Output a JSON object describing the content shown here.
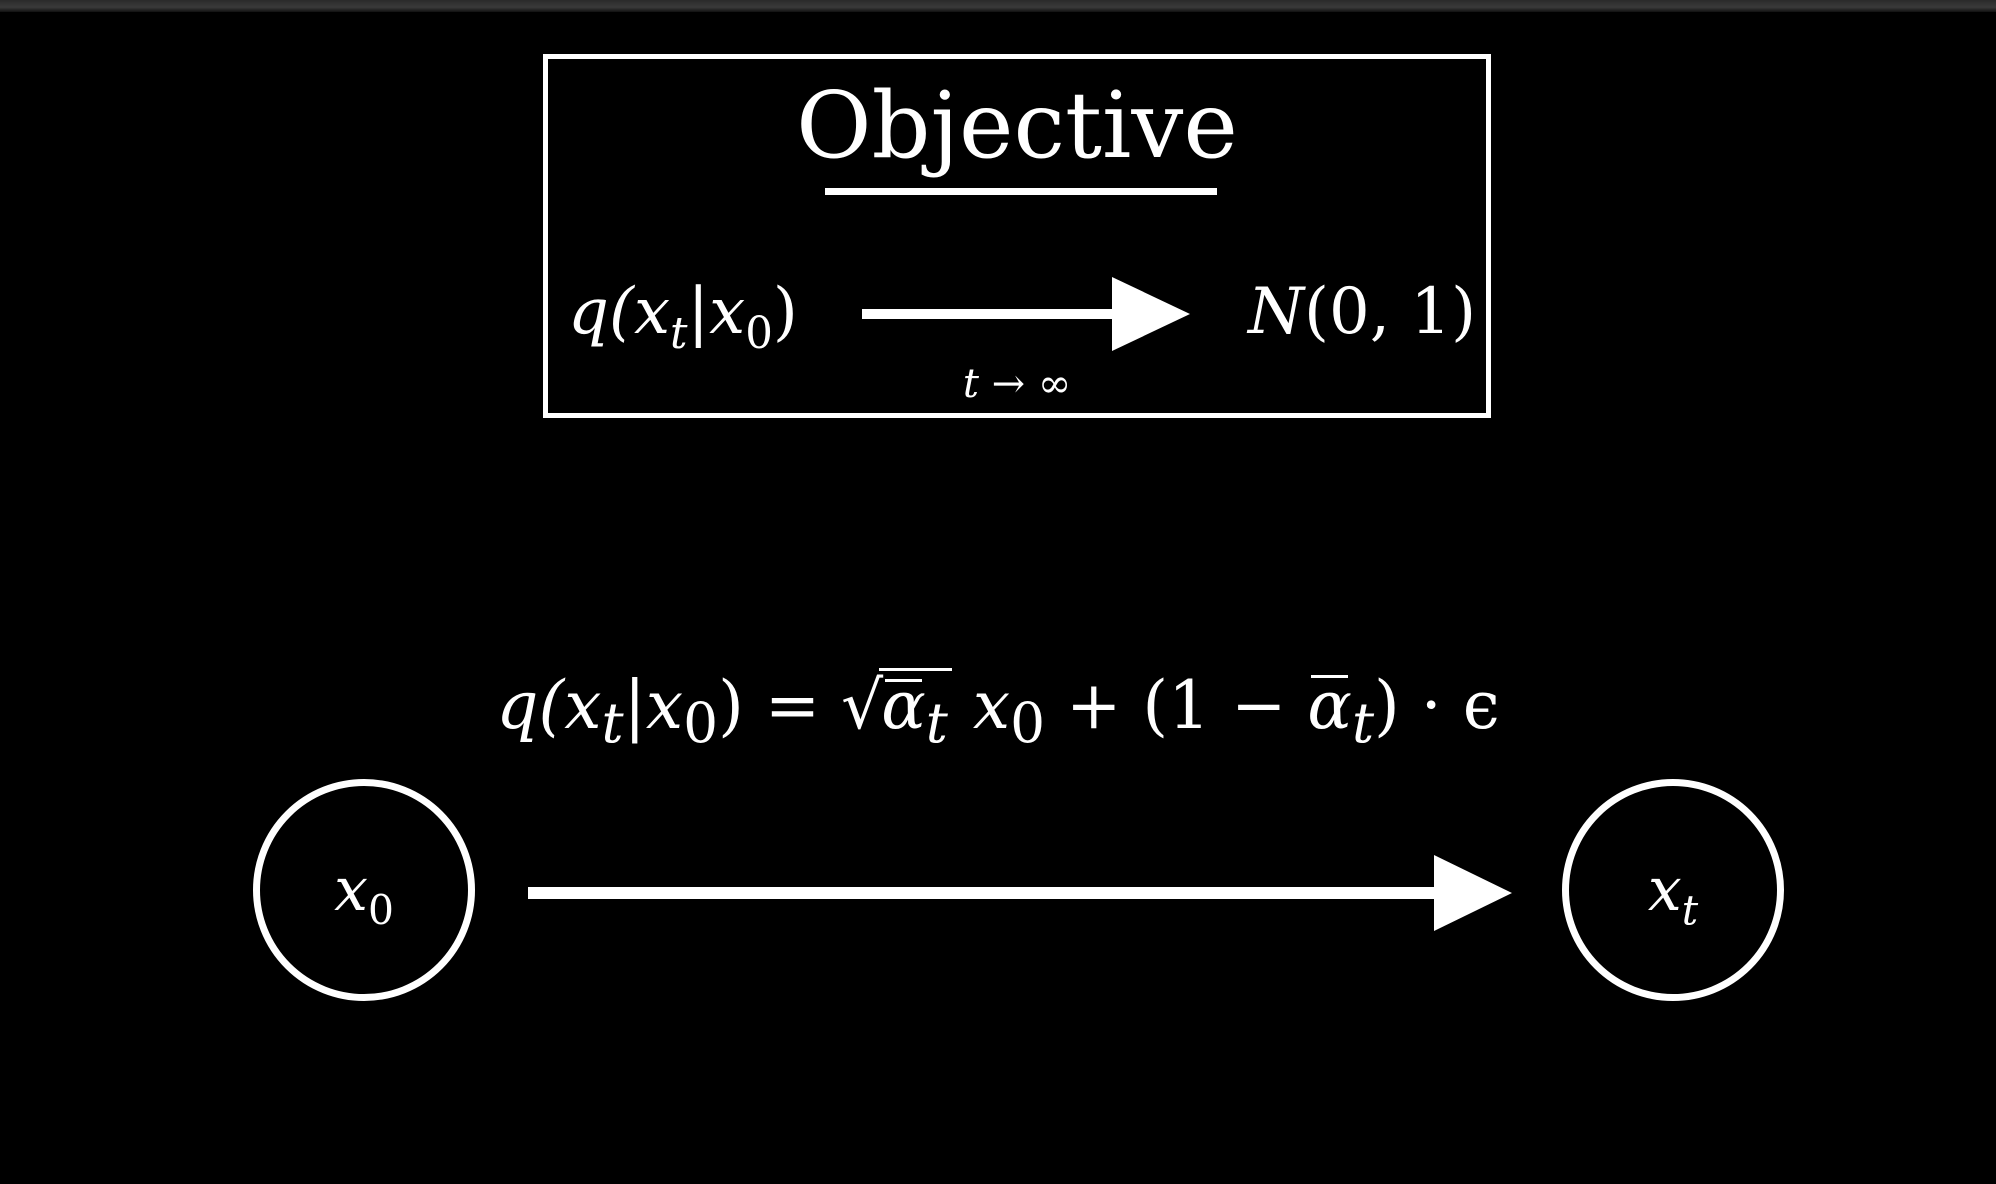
{
  "objective": {
    "title": "Objective",
    "lhs": {
      "fn": "q(",
      "x": "x",
      "x_sub": "t",
      "bar": "|",
      "x0": "x",
      "x0_sub": "0",
      "close": ")"
    },
    "rhs": {
      "symbol": "N",
      "args": "(0, 1)"
    },
    "arrow_label": "t → ∞"
  },
  "formula": {
    "q_open": "q(",
    "xt": "x",
    "xt_sub": "t",
    "given": "|",
    "x0": "x",
    "x0_sub": "0",
    "q_close": ")",
    "equals": " = ",
    "sqrt_sign": "√",
    "alpha": "α",
    "alpha_sub": "t",
    "space_x0": " x",
    "space_x0_sub": "0",
    "plus": " + (1 − ",
    "alpha2": "α",
    "alpha2_sub": "t",
    "tail": ") · ϵ"
  },
  "nodes": {
    "start": {
      "label": "x",
      "sub": "0"
    },
    "end": {
      "label": "x",
      "sub": "t"
    }
  },
  "colors": {
    "background": "#000000",
    "foreground": "#ffffff"
  }
}
